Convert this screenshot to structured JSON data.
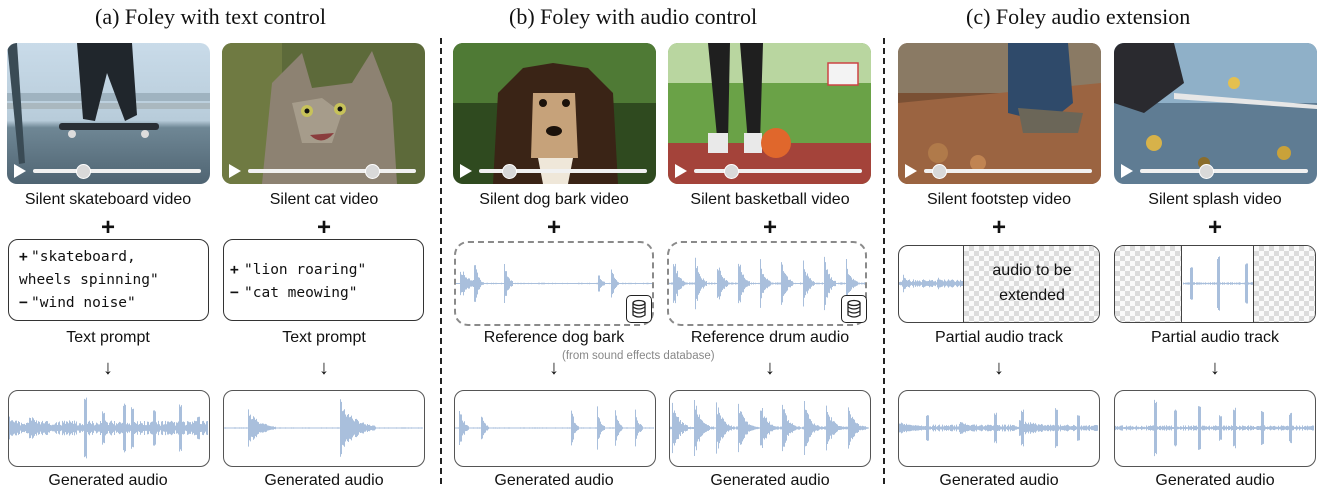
{
  "titles": {
    "a": "(a) Foley with text control",
    "b": "(b) Foley with audio control",
    "c": "(c) Foley audio extension"
  },
  "video_labels": [
    "Silent skateboard video",
    "Silent cat video",
    "Silent dog bark video",
    "Silent basketball video",
    "Silent footstep video",
    "Silent splash video"
  ],
  "video_progress": [
    0.3,
    0.74,
    0.18,
    0.22,
    0.09,
    0.39
  ],
  "plus_symbol": "+",
  "arrow_symbol": "↓",
  "prompts": {
    "skateboard": {
      "pos_symbol": "+",
      "pos_line1": "\"skateboard,",
      "pos_line2": "wheels spinning\"",
      "neg_symbol": "−",
      "neg_line": "\"wind noise\""
    },
    "cat": {
      "pos_symbol": "+",
      "pos_line1": "\"lion roaring\"",
      "neg_symbol": "−",
      "neg_line": "\"cat meowing\""
    }
  },
  "condition_labels": [
    "Text prompt",
    "Text prompt",
    "Reference dog bark",
    "Reference drum audio",
    "Partial audio track",
    "Partial audio track"
  ],
  "database_note": "(from sound effects database)",
  "extend_text_line1": "audio to be",
  "extend_text_line2": "extended",
  "generated_label": "Generated audio",
  "icons": [
    "play-icon",
    "database-icon",
    "arrow-down-icon",
    "plus-icon"
  ],
  "colors": {
    "waveform": "#a9bfdc",
    "divider": "#222222",
    "ref_border": "#8a8a8a"
  }
}
